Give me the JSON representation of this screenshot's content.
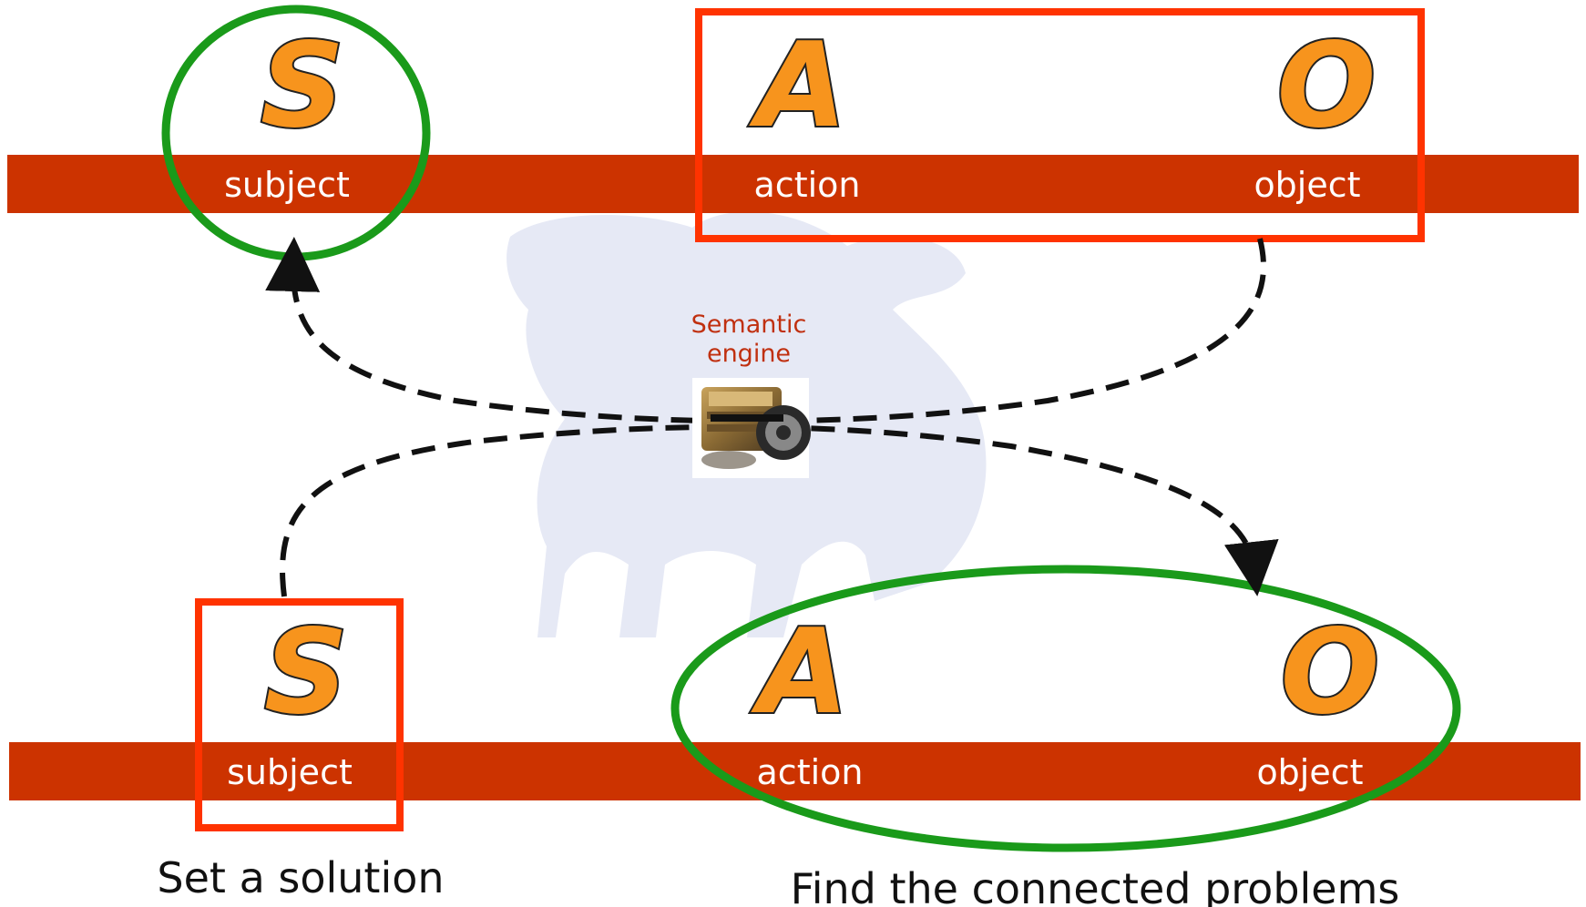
{
  "colors": {
    "band": "#cc3300",
    "letter_fill": "#f7941d",
    "highlight_green": "#1a9a1a",
    "highlight_red": "#ff3300",
    "engine_caption": "#c03010",
    "watermark": "#e6e9f5"
  },
  "top_band": {
    "letters": {
      "subject": "S",
      "action": "A",
      "object": "O"
    },
    "labels": {
      "subject": "subject",
      "action": "action",
      "object": "object"
    }
  },
  "bottom_band": {
    "letters": {
      "subject": "S",
      "action": "A",
      "object": "O"
    },
    "labels": {
      "subject": "subject",
      "action": "action",
      "object": "object"
    }
  },
  "engine": {
    "caption_line1": "Semantic",
    "caption_line2": "engine",
    "icon": "engine-icon"
  },
  "captions": {
    "left": "Set a solution",
    "right": "Find the connected problems"
  }
}
